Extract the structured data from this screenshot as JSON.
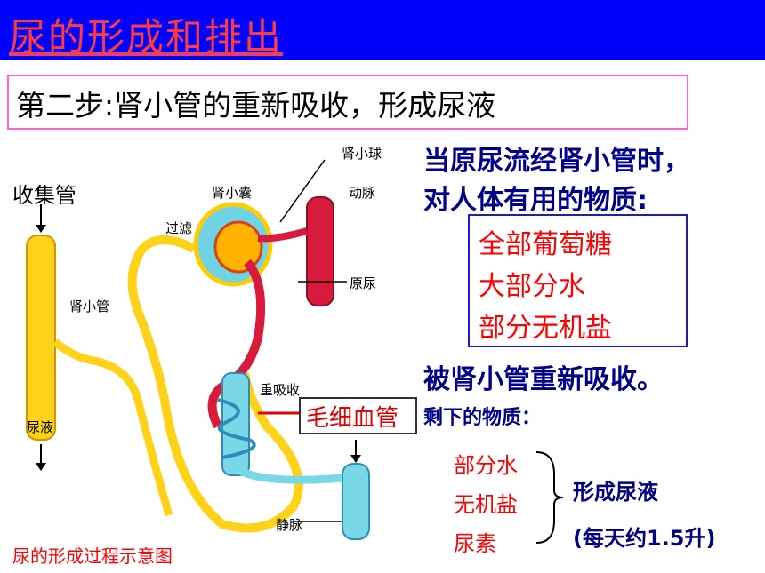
{
  "title": "尿的形成和排出",
  "step": "第二步:肾小管的重新吸收，形成尿液",
  "diagram_labels": {
    "collecting_duct": "收集管",
    "glomerulus": "肾小球",
    "capsule": "肾小囊",
    "artery": "动脉",
    "filtration": "过滤",
    "primary_urine": "原尿",
    "tubule": "肾小管",
    "reabsorption": "重吸收",
    "capillary": "毛细血管",
    "urine": "尿液",
    "vein": "静脉"
  },
  "text": {
    "line1": "当原尿流经肾小管时，",
    "line2": "对人体有用的物质:",
    "items": [
      "全部葡萄糖",
      "大部分水",
      "部分无机盐"
    ],
    "line3": "被肾小管重新吸收。",
    "line4": "剩下的物质：",
    "remain": [
      "部分水",
      "无机盐",
      "尿素"
    ],
    "result": "形成尿液",
    "result_note": "(每天约1.5升)"
  },
  "caption": "尿的形成过程示意图",
  "colors": {
    "title_bar": "#0000ff",
    "title_text": "#ff3b3b",
    "accent_red": "#ff0000",
    "navy": "#00008b"
  }
}
